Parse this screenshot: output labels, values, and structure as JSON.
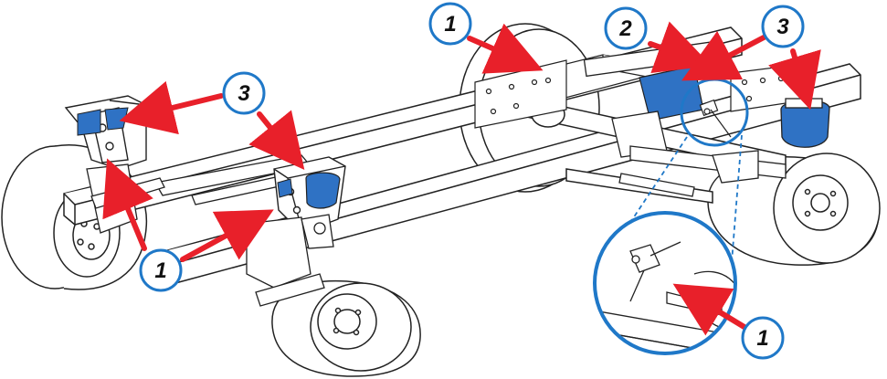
{
  "colors": {
    "arrow": "#e8202a",
    "callout_ring": "#1f78c8",
    "highlight": "#2f72c4",
    "line": "#222222",
    "fill": "#ffffff"
  },
  "callouts": [
    {
      "id": "c1",
      "label": "1"
    },
    {
      "id": "c2",
      "label": "2"
    },
    {
      "id": "c3",
      "label": "3"
    },
    {
      "id": "c4",
      "label": "3"
    },
    {
      "id": "c5",
      "label": "3"
    },
    {
      "id": "c6",
      "label": "1"
    },
    {
      "id": "c7",
      "label": "1"
    }
  ],
  "icons": [
    "arrow",
    "callout-circle",
    "zoom-detail-circle",
    "wheel",
    "frame-rail",
    "air-spring",
    "leveling-valve"
  ]
}
